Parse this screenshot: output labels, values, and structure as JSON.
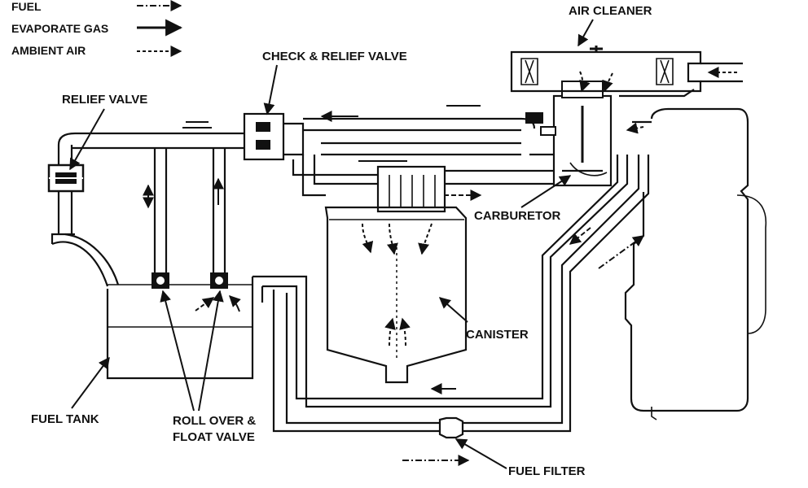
{
  "legend": {
    "fuel": "FUEL",
    "evaporate_gas": "EVAPORATE GAS",
    "ambient_air": "AMBIENT AIR"
  },
  "labels": {
    "air_cleaner": "AIR CLEANER",
    "check_relief_valve": "CHECK & RELIEF VALVE",
    "relief_valve": "RELIEF VALVE",
    "carburetor": "CARBURETOR",
    "canister": "CANISTER",
    "fuel_tank": "FUEL TANK",
    "roll_over_line1": "ROLL OVER &",
    "roll_over_line2": "FLOAT VALVE",
    "fuel_filter": "FUEL FILTER"
  }
}
